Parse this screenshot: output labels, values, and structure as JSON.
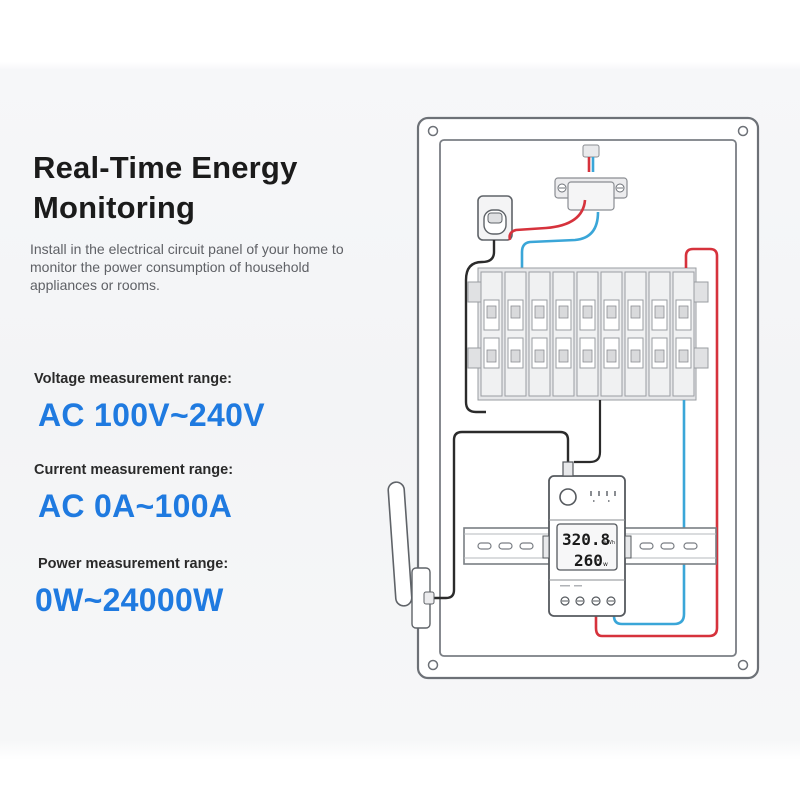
{
  "header": {
    "title_line1": "Real-Time Energy",
    "title_line2": "Monitoring",
    "description": "Install in the electrical circuit panel of your home to monitor the power consumption of household appliances or rooms."
  },
  "specs": [
    {
      "label": "Voltage measurement range:",
      "value": "AC 100V~240V"
    },
    {
      "label": "Current measurement range:",
      "value": "AC 0A~100A"
    },
    {
      "label": "Power measurement range:",
      "value": "0W~24000W"
    }
  ],
  "device_display": {
    "energy_value": "320.8",
    "energy_unit": "kWh",
    "power_value": "260",
    "power_unit": "w"
  },
  "colors": {
    "accent": "#1f7ae0",
    "wire_red": "#d6323c",
    "wire_blue": "#3aa6d8",
    "wire_black": "#2b2b2b"
  }
}
